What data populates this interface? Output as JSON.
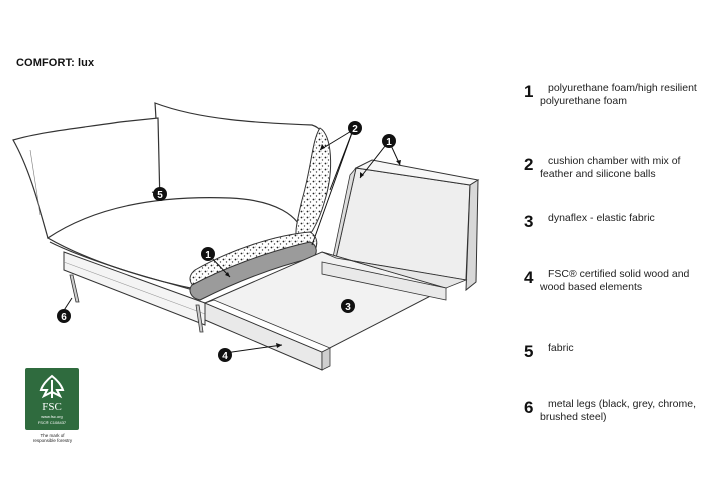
{
  "title": "COMFORT: lux",
  "legend": [
    {
      "number": "1",
      "text": "polyurethane foam/high resilient polyurethane foam"
    },
    {
      "number": "2",
      "text": "cushion chamber with mix of feather and silicone balls"
    },
    {
      "number": "3",
      "text": "dynaflex - elastic fabric"
    },
    {
      "number": "4",
      "text": "FSC® certified solid wood and wood based elements"
    },
    {
      "number": "5",
      "text": "fabric"
    },
    {
      "number": "6",
      "text": "metal legs (black, grey, chrome, brushed steel)"
    }
  ],
  "diagram_badges": [
    "1",
    "2",
    "1",
    "3",
    "4",
    "5",
    "6"
  ],
  "fsc": {
    "icon": "fsc-tree-icon",
    "brand_color": "#2f6b3e",
    "word": "FSC",
    "website": "www.fsc.org",
    "code": "FSC® C108437",
    "tagline_line1": "The mark of",
    "tagline_line2": "responsible forestry"
  }
}
